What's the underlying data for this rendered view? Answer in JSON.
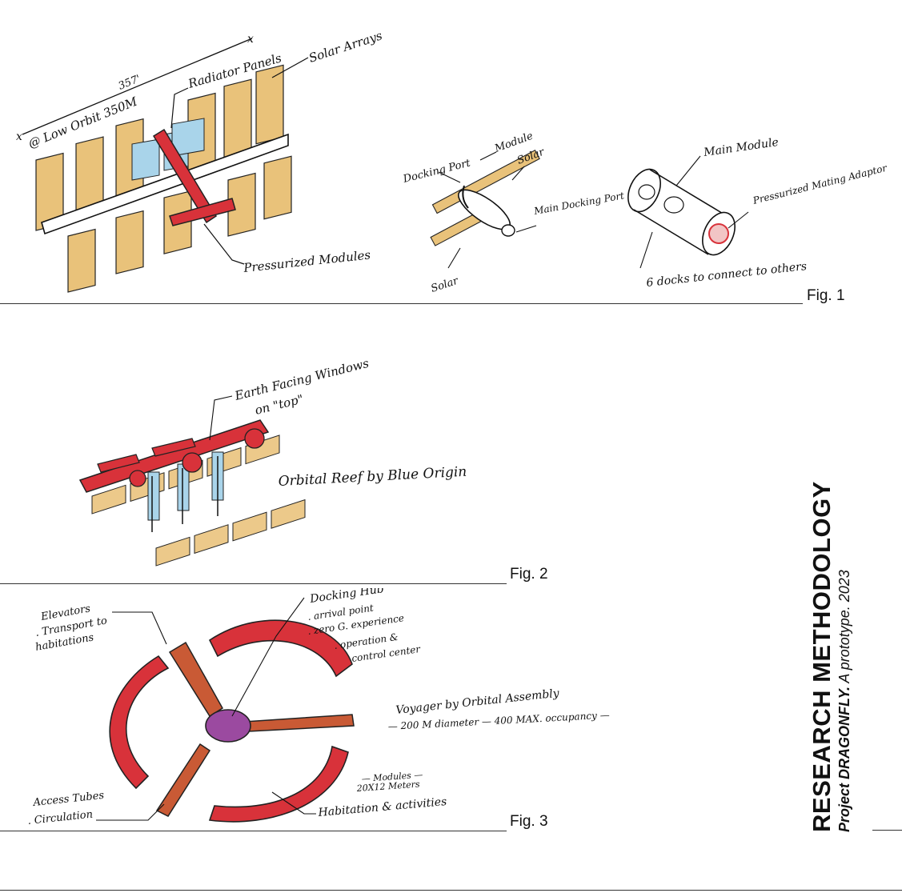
{
  "figures": [
    {
      "label": "Fig. 1",
      "annotations": {
        "orbit": "@ Low Orbit 350M",
        "orbit_extra": "357'",
        "radiator": "Radiator Panels",
        "solar_arrays": "Solar Arrays",
        "pressurized_modules": "Pressurized Modules",
        "docking_port": "Docking Port",
        "module": "Module",
        "solar_top": "Solar",
        "main_docking_port": "Main Docking Port",
        "solar_bottom": "Solar",
        "main_module": "Main Module",
        "mating_adaptor": "Pressurized Mating Adaptor",
        "docks": "6 docks to connect to others"
      }
    },
    {
      "label": "Fig. 2",
      "annotations": {
        "windows_line1": "Earth Facing Windows",
        "windows_line2": "on \"top\"",
        "orbital_reef": "Orbital Reef by Blue Origin"
      }
    },
    {
      "label": "Fig. 3",
      "annotations": {
        "elevators_1": "Elevators",
        "elevators_2": ". Transport to",
        "elevators_3": "habitations",
        "docking_hub": "Docking Hub",
        "hub_1": ". arrival point",
        "hub_2": ". zero G. experience",
        "hub_3": ". operation &",
        "hub_4": "control center",
        "voyager_1": "Voyager by Orbital Assembly",
        "voyager_2": "— 200 M diameter — 400 MAX. occupancy —",
        "modules_1": "— Modules —",
        "modules_2": "20X12 Meters",
        "access_1": "Access Tubes",
        "access_2": ". Circulation",
        "habitation": "Habitation & activities"
      }
    }
  ],
  "side": {
    "title": "RESEARCH METHODOLOGY",
    "project_bold": "Project DRAGONFLY.",
    "project_rest": " A prototype. 2023"
  },
  "colors": {
    "red": "#d8323a",
    "solar": "#e2a83a",
    "radiator": "#a9d4ea",
    "purple": "#9b4aa0",
    "orange": "#c95a35"
  }
}
